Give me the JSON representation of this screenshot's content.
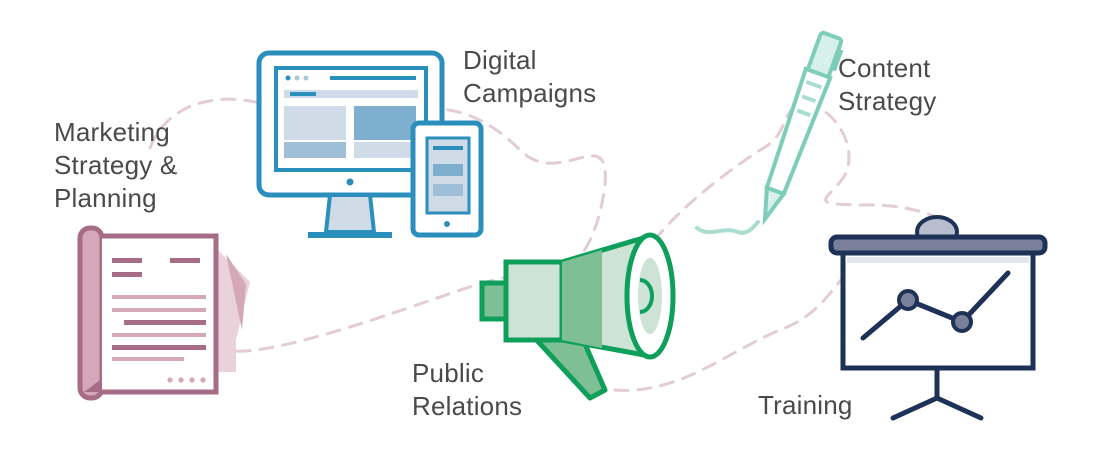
{
  "labels": {
    "marketing": [
      "Marketing",
      "Strategy &",
      "Planning"
    ],
    "digital": [
      "Digital",
      "Campaigns"
    ],
    "content": [
      "Content",
      "Strategy"
    ],
    "public": [
      "Public",
      "Relations"
    ],
    "training": [
      "Training"
    ]
  },
  "colors": {
    "marketing": "#a86d86",
    "marketing_light": "#d4a8b8",
    "digital": "#2a8fbd",
    "digital_light": "#cfdbe6",
    "content": "#7dcdb9",
    "public": "#0e9f5b",
    "public_light": "#cde3d6",
    "training": "#1e3157",
    "path": "#e3ccd3",
    "text": "#4a4a4a"
  },
  "icons": [
    "document-scroll-icon",
    "desktop-and-tablet-icon",
    "pen-icon",
    "megaphone-icon",
    "presentation-board-icon"
  ]
}
